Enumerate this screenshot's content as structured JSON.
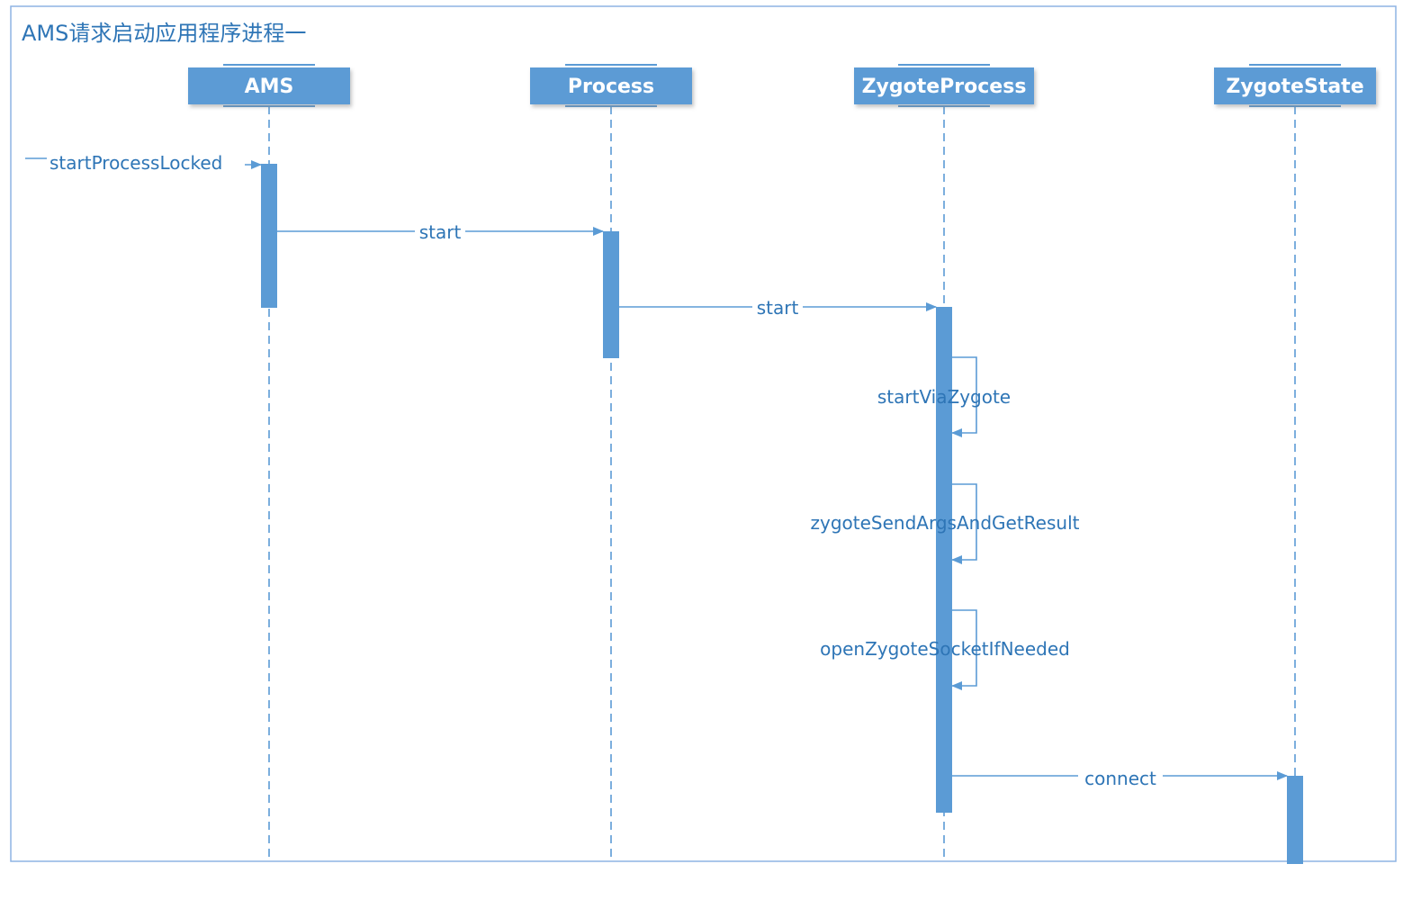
{
  "frame": {
    "title": "AMS请求启动应用程序进程一"
  },
  "lifelines": [
    {
      "id": "ams",
      "label": "AMS"
    },
    {
      "id": "process",
      "label": "Process"
    },
    {
      "id": "zygote_process",
      "label": "ZygoteProcess"
    },
    {
      "id": "zygote_state",
      "label": "ZygoteState"
    }
  ],
  "messages": [
    {
      "id": "m1",
      "label": "startProcessLocked",
      "from": "external",
      "to": "ams"
    },
    {
      "id": "m2",
      "label": "start",
      "from": "ams",
      "to": "process"
    },
    {
      "id": "m3",
      "label": "start",
      "from": "process",
      "to": "zygote_process"
    },
    {
      "id": "m4",
      "label": "startViaZygote",
      "from": "zygote_process",
      "to": "zygote_process"
    },
    {
      "id": "m5",
      "label": "zygoteSendArgsAndGetResult",
      "from": "zygote_process",
      "to": "zygote_process"
    },
    {
      "id": "m6",
      "label": "openZygoteSocketIfNeeded",
      "from": "zygote_process",
      "to": "zygote_process"
    },
    {
      "id": "m7",
      "label": "connect",
      "from": "zygote_process",
      "to": "zygote_state"
    }
  ],
  "colors": {
    "accent": "#5b9bd5",
    "text": "#2e75b6",
    "frame": "#8eb4e3"
  }
}
